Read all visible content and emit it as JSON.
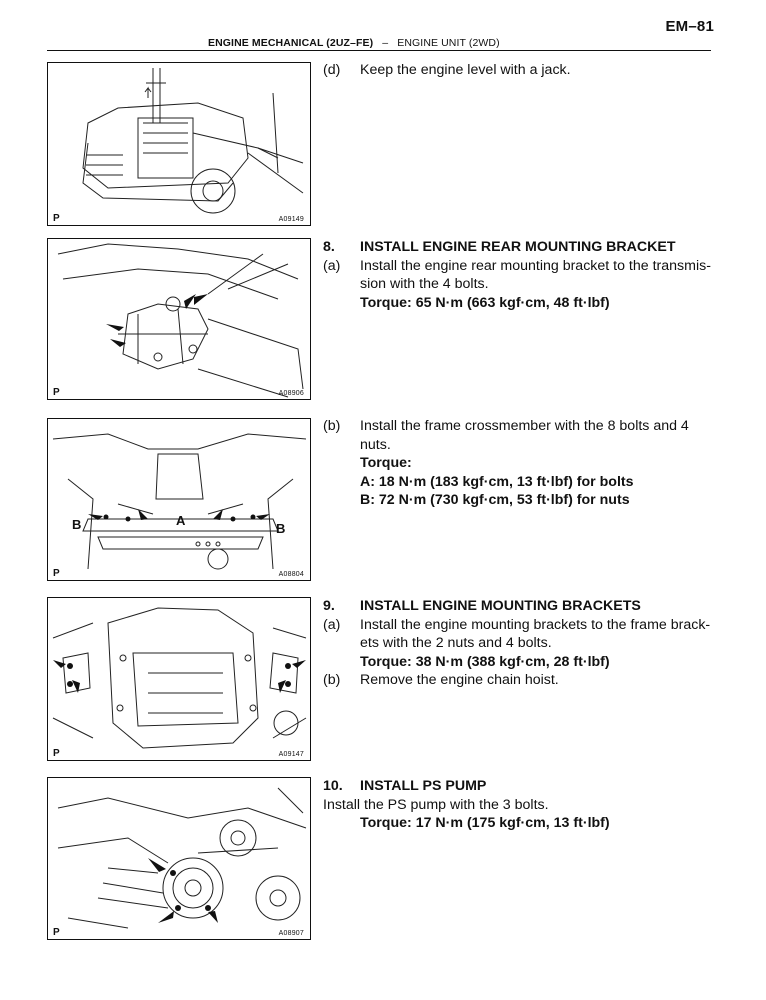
{
  "header": {
    "page_number": "EM–81",
    "section": "ENGINE MECHANICAL (2UZ–FE)",
    "separator": "–",
    "subsection": "ENGINE UNIT (2WD)"
  },
  "figures": [
    {
      "p": "P",
      "code": "A09149"
    },
    {
      "p": "P",
      "code": "A08906"
    },
    {
      "p": "P",
      "code": "A08804"
    },
    {
      "p": "P",
      "code": "A09147"
    },
    {
      "p": "P",
      "code": "A08907"
    }
  ],
  "labels": {
    "a": "A",
    "b": "B"
  },
  "steps": {
    "d_tag": "(d)",
    "d_text": "Keep the engine level with a jack.",
    "s8_num": "8.",
    "s8_title": "INSTALL ENGINE REAR MOUNTING BRACKET",
    "s8_a_tag": "(a)",
    "s8_a_text": "Install the engine rear mounting bracket to the transmis-sion with the 4 bolts.",
    "s8_a_torque": "Torque: 65 N·m (663 kgf·cm, 48 ft·lbf)",
    "s8_b_tag": "(b)",
    "s8_b_text": "Install the frame crossmember with the 8 bolts and 4 nuts.",
    "s8_b_torque_label": "Torque:",
    "s8_b_torque_a": "A: 18 N·m (183 kgf·cm, 13 ft·lbf) for bolts",
    "s8_b_torque_b": "B: 72 N·m (730 kgf·cm, 53 ft·lbf) for nuts",
    "s9_num": "9.",
    "s9_title": "INSTALL ENGINE MOUNTING BRACKETS",
    "s9_a_tag": "(a)",
    "s9_a_text": "Install the engine mounting brackets to the frame brack-ets with the 2 nuts and 4 bolts.",
    "s9_a_torque": "Torque: 38 N·m (388 kgf·cm, 28 ft·lbf)",
    "s9_b_tag": "(b)",
    "s9_b_text": "Remove the engine chain hoist.",
    "s10_num": "10.",
    "s10_title": "INSTALL PS PUMP",
    "s10_text": "Install the PS pump with the 3 bolts.",
    "s10_torque": "Torque: 17 N·m (175 kgf·cm, 13 ft·lbf)"
  }
}
